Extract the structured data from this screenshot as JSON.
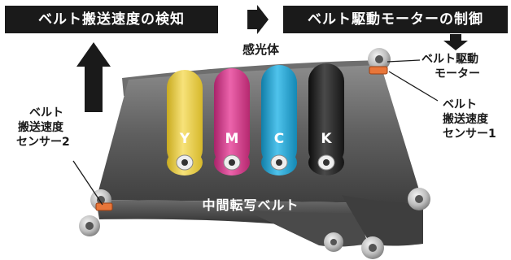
{
  "header": {
    "detect_label": "ベルト搬送速度の検知",
    "control_label": "ベルト駆動モーターの制御"
  },
  "labels": {
    "photoreceptor": "感光体",
    "motor_line1": "ベルト駆動",
    "motor_line2": "モーター",
    "sensor1_line1": "ベルト",
    "sensor1_line2": "搬送速度",
    "sensor1_line3": "センサー1",
    "sensor2_line1": "ベルト",
    "sensor2_line2": "搬送速度",
    "sensor2_line3": "センサー2",
    "belt": "中間転写ベルト"
  },
  "drums": [
    {
      "letter": "Y",
      "color": "#f2d64b"
    },
    {
      "letter": "M",
      "color": "#d6338a"
    },
    {
      "letter": "C",
      "color": "#1c9fd0"
    },
    {
      "letter": "K",
      "color": "#1e1e1e"
    }
  ],
  "colors": {
    "banner": "#1a1a1a",
    "belt": "#555555",
    "sensor": "#e8763a"
  }
}
